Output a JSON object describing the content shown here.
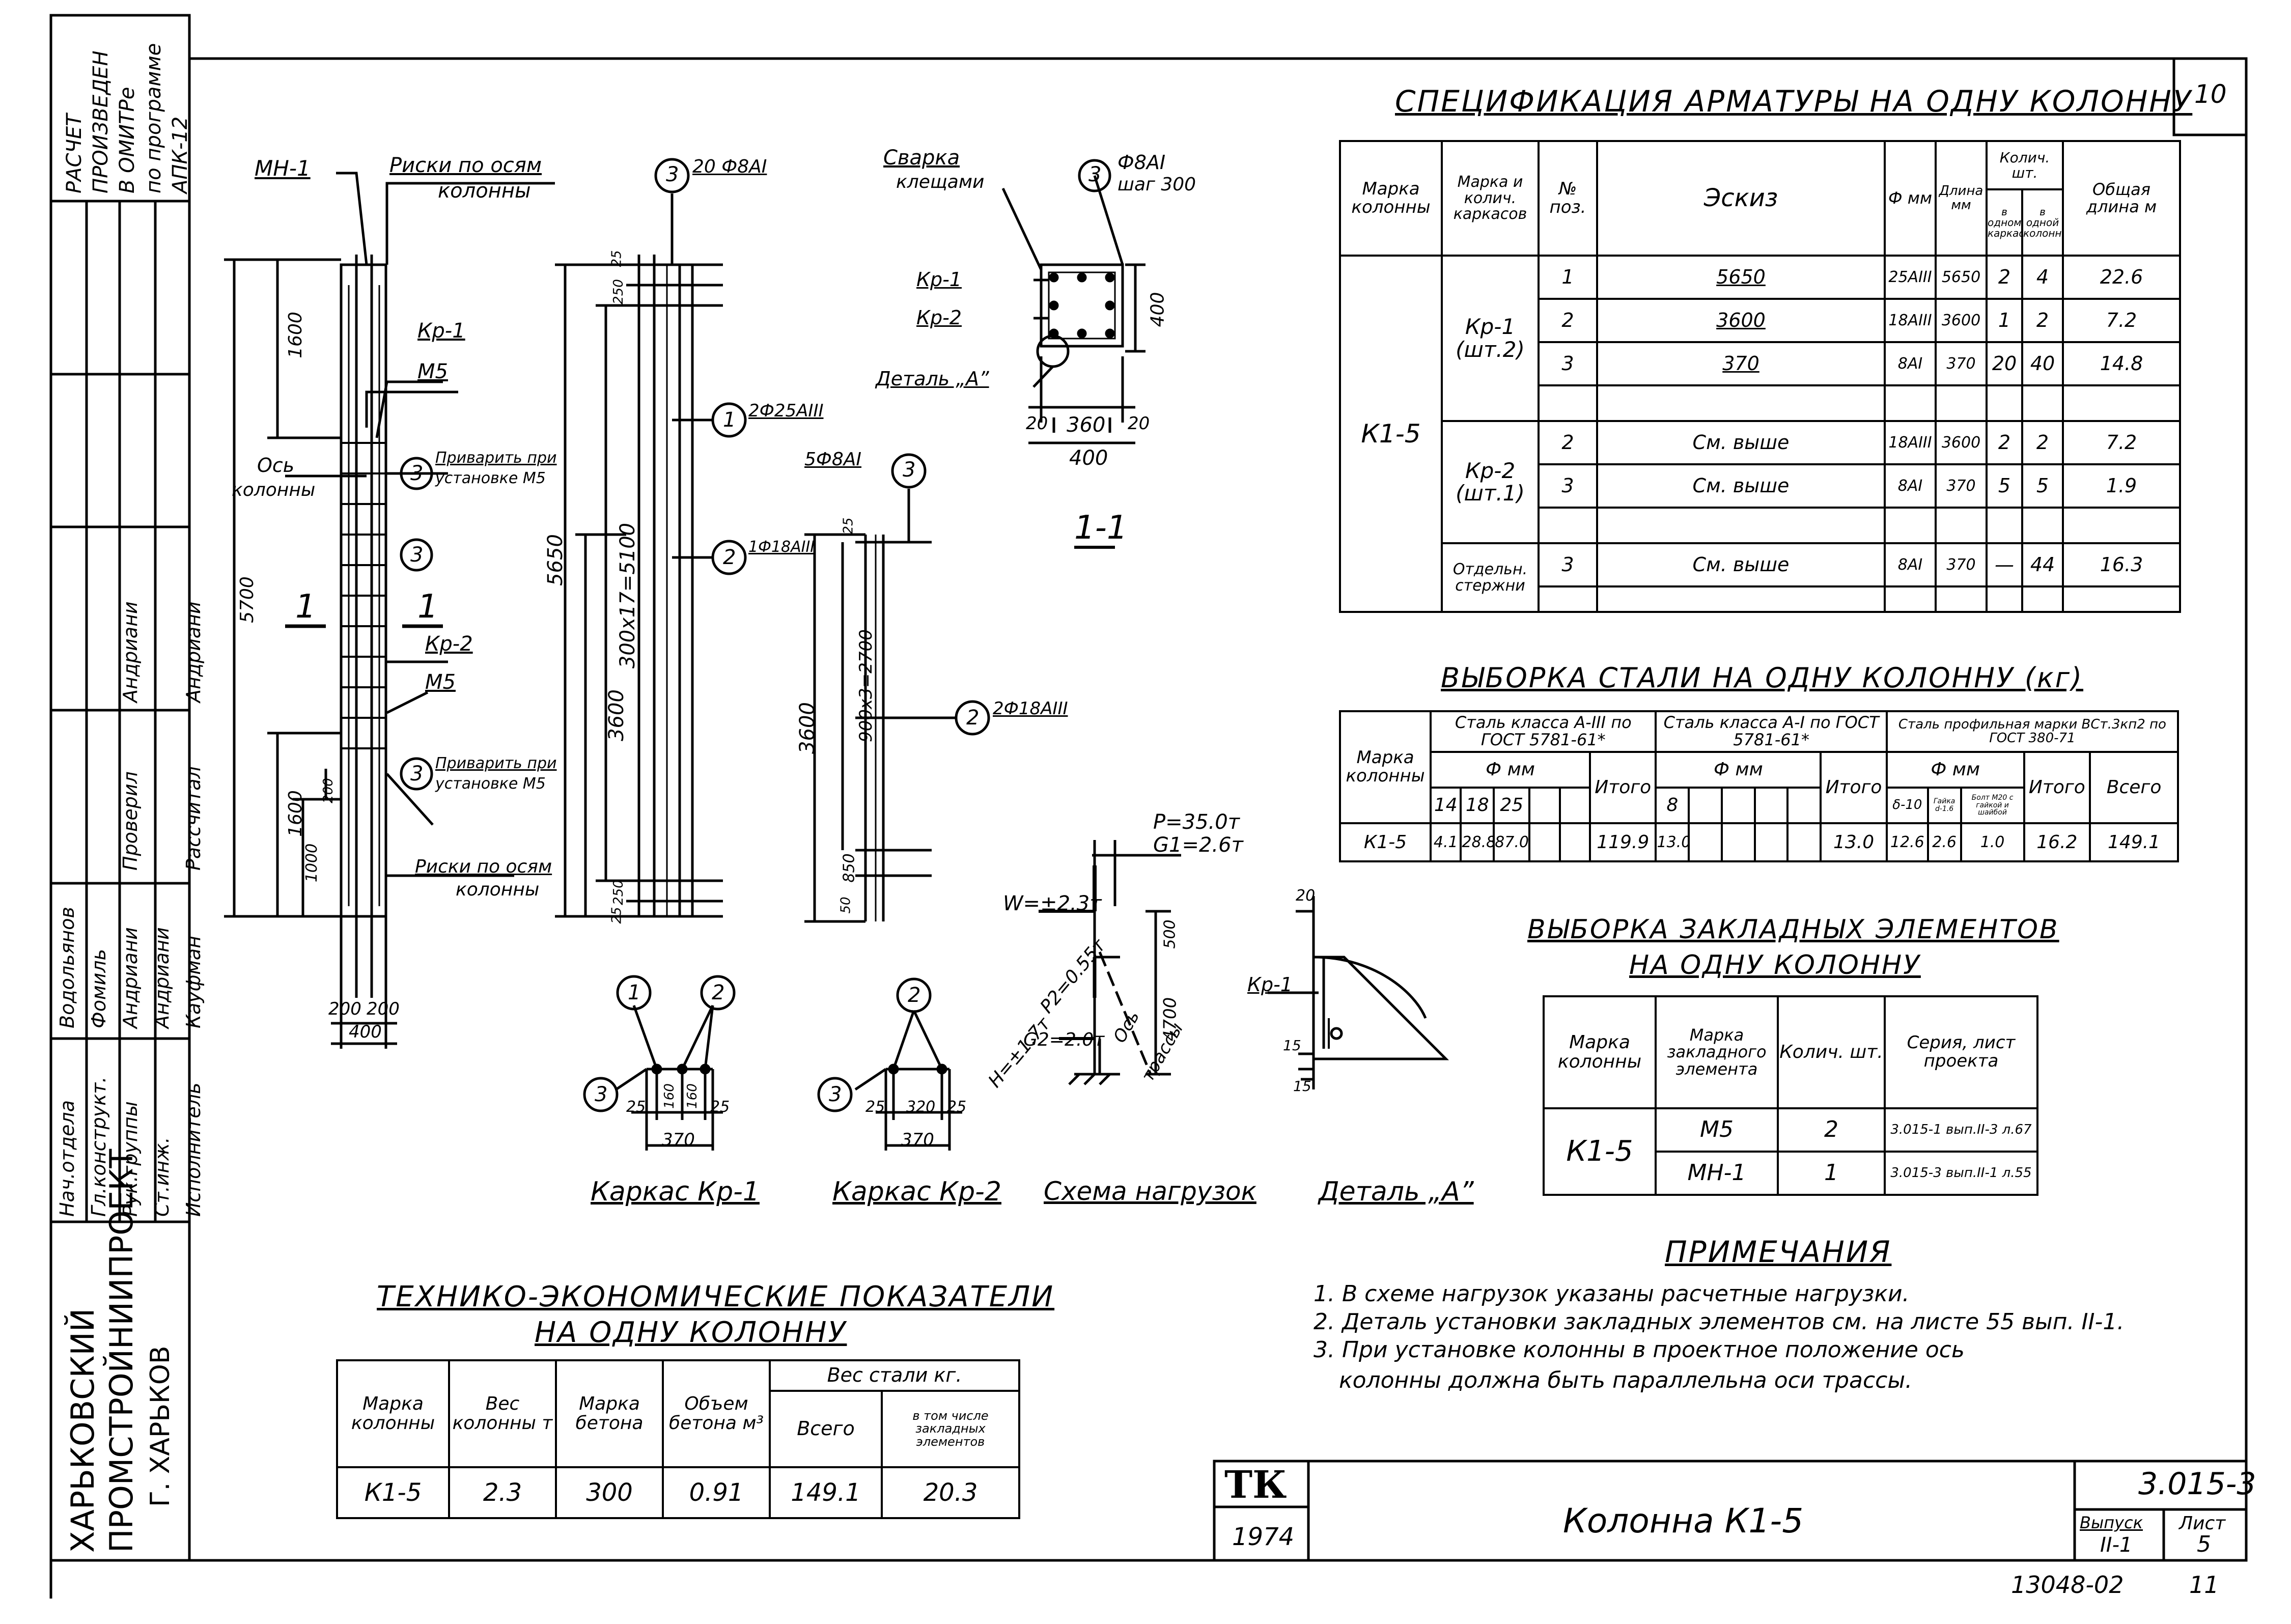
{
  "sheet_no_corner": "10",
  "sheet_footer": {
    "code": "13048-02",
    "num": "11"
  },
  "left_stamp": {
    "note": [
      "РАСЧЕТ",
      "ПРОИЗВЕДЕН",
      "В ОМИТРе",
      "по программе",
      "АПК-12"
    ],
    "roles": [
      [
        "Нач.отдела",
        "Водольянов"
      ],
      [
        "Гл.конструкт.",
        "Фомиль"
      ],
      [
        "Рук.группы",
        "Андриани"
      ],
      [
        "Ст.инж.",
        "Андриани"
      ],
      [
        "Исполнитель",
        "Кауфман"
      ],
      [
        "Проверил",
        "Андриани"
      ],
      [
        "Рассчитал",
        "Андриани"
      ]
    ],
    "org1": "ХАРЬКОВСКИЙ",
    "org2": "ПРОМСТРОЙНИИПРОЕКТ",
    "org3": "Г. ХАРЬКОВ"
  },
  "title_block": {
    "tk": "ТК",
    "year": "1974",
    "title": "Колонна К1-5",
    "series": "3.015-3",
    "vyp_label": "Выпуск",
    "list_label": "Лист",
    "vyp": "II-1",
    "list": "5"
  },
  "spec": {
    "title": "СПЕЦИФИКАЦИЯ АРМАТУРЫ НА ОДНУ КОЛОННУ",
    "head": {
      "mark": "Марка колонны",
      "karkas": "Марка и колич. каркасов",
      "pos": "№ поз.",
      "sketch": "Эскиз",
      "phi": "Ф мм",
      "len": "Длина мм",
      "qty": "Колич. шт.",
      "qty_k": "в одном каркасе",
      "qty_c": "в одной колонне",
      "total": "Общая длина м"
    },
    "column_mark": "К1-5",
    "groups": [
      {
        "karkas": "Кр-1 (шт.2)",
        "rows": [
          {
            "pos": "1",
            "sketch": "5650",
            "phi": "25AIII",
            "len": "5650",
            "nk": "2",
            "nc": "4",
            "total": "22.6"
          },
          {
            "pos": "2",
            "sketch": "3600",
            "phi": "18AIII",
            "len": "3600",
            "nk": "1",
            "nc": "2",
            "total": "7.2"
          },
          {
            "pos": "3",
            "sketch": "370",
            "phi": "8AI",
            "len": "370",
            "nk": "20",
            "nc": "40",
            "total": "14.8"
          }
        ]
      },
      {
        "karkas": "Кр-2 (шт.1)",
        "rows": [
          {
            "pos": "2",
            "sketch": "См. выше",
            "phi": "18AIII",
            "len": "3600",
            "nk": "2",
            "nc": "2",
            "total": "7.2"
          },
          {
            "pos": "3",
            "sketch": "См. выше",
            "phi": "8AI",
            "len": "370",
            "nk": "5",
            "nc": "5",
            "total": "1.9"
          }
        ]
      },
      {
        "karkas": "Отдельн. стержни",
        "rows": [
          {
            "pos": "3",
            "sketch": "См. выше",
            "phi": "8AI",
            "len": "370",
            "nk": "—",
            "nc": "44",
            "total": "16.3"
          }
        ]
      }
    ]
  },
  "steel": {
    "title": "ВЫБОРКА СТАЛИ НА ОДНУ КОЛОННУ (кг)",
    "mark_head": "Марка колонны",
    "a3_head": "Сталь класса A-III по ГОСТ 5781-61*",
    "a1_head": "Сталь класса A-I по ГОСТ 5781-61*",
    "prof_head": "Сталь профильная марки ВСт.3кп2 по ГОСТ 380-71",
    "phi_mm": "Ф мм",
    "itogo": "Итого",
    "vsego": "Всего",
    "a3_cols": [
      "14",
      "18",
      "25"
    ],
    "a1_cols": [
      "8"
    ],
    "prof_cols": [
      "δ-10",
      "Гайка d-1.6",
      "Болт М20 с гайкой и шайбой"
    ],
    "row": {
      "mark": "К1-5",
      "a3": [
        "4.1",
        "28.8",
        "87.0"
      ],
      "a3_itogo": "119.9",
      "a1": [
        "13.0"
      ],
      "a1_itogo": "13.0",
      "prof": [
        "12.6",
        "2.6",
        "1.0"
      ],
      "prof_itogo": "16.2",
      "vsego": "149.1"
    }
  },
  "embedded": {
    "title1": "ВЫБОРКА ЗАКЛАДНЫХ ЭЛЕМЕНТОВ",
    "title2": "НА ОДНУ КОЛОННУ",
    "head": [
      "Марка колонны",
      "Марка закладного элемента",
      "Колич. шт.",
      "Серия, лист проекта"
    ],
    "mark": "К1-5",
    "rows": [
      {
        "el": "М5",
        "qty": "2",
        "ref": "3.015-1 вып.II-3 л.67"
      },
      {
        "el": "МН-1",
        "qty": "1",
        "ref": "3.015-3 вып.II-1 л.55"
      }
    ]
  },
  "notes": {
    "title": "ПРИМЕЧАНИЯ",
    "items": [
      "1. В схеме нагрузок указаны расчетные нагрузки.",
      "2. Деталь установки закладных элементов см. на листе 55 вып. II-1.",
      "3. При установке колонны в проектное положение ось",
      "колонны должна быть параллельна оси трассы."
    ]
  },
  "tep": {
    "title1": "ТЕХНИКО-ЭКОНОМИЧЕСКИЕ ПОКАЗАТЕЛИ",
    "title2": "НА ОДНУ КОЛОННУ",
    "head": [
      "Марка колонны",
      "Вес колонны т",
      "Марка бетона",
      "Объем бетона м³",
      "Вес стали кг.",
      "Всего",
      "в том числе закладных элементов"
    ],
    "row": [
      "К1-5",
      "2.3",
      "300",
      "0.91",
      "149.1",
      "20.3"
    ]
  },
  "drawing": {
    "mn1": "МН-1",
    "riski1": "Риски по осям",
    "riski2": "колонны",
    "kr1": "Кр-1",
    "kr2": "Кр-2",
    "m5": "М5",
    "privarit1": "Приварить при",
    "privarit2": "установке М5",
    "os1": "Ось",
    "os2": "колонны",
    "sec_1": "1",
    "dims_col": [
      "1600",
      "5700",
      "1600",
      "1000",
      "200",
      "200",
      "200",
      "400"
    ],
    "dims_mid": [
      "5650",
      "3600",
      "300x17=5100",
      "25",
      "250",
      "25",
      "250"
    ],
    "mid_callouts": [
      "20 Ф8AI",
      "2Ф25AIII",
      "1Ф18AIII"
    ],
    "kr2_callouts": [
      "5Ф8AI",
      "2Ф18AIII"
    ],
    "kr2_dims": [
      "3600",
      "900x3=2700",
      "850",
      "50",
      "25"
    ],
    "sec11": {
      "label": "1-1",
      "svarka1": "Сварка",
      "svarka2": "клещами",
      "kr1": "Кр-1",
      "kr2": "Кр-2",
      "detail": "Деталь „А”",
      "stirrup1": "Ф8AI",
      "stirrup2": "шаг 300",
      "d400": "400",
      "d20a": "20",
      "d360": "360",
      "d20b": "20",
      "d400b": "400"
    },
    "karkas1": {
      "label": "Каркас Кр-1",
      "dims": [
        "25",
        "160",
        "160",
        "25",
        "370"
      ]
    },
    "karkas2": {
      "label": "Каркас Кр-2",
      "dims": [
        "25",
        "320",
        "25",
        "370"
      ]
    },
    "loads": {
      "label": "Схема нагрузок",
      "P": "P=35.0т",
      "G1": "G1=2.6т",
      "W": "W=±2.3т",
      "P2": "P2=0.55т",
      "G2": "G2=2.0т",
      "H": "H=±1.7т",
      "os1": "Ось",
      "os2": "трассы",
      "d500": "500",
      "d4700": "4700"
    },
    "detailA": {
      "label": "Деталь „А”",
      "kr1": "Кр-1",
      "d20": "20",
      "d15a": "15",
      "d15b": "15"
    },
    "circles": [
      "1",
      "2",
      "3"
    ]
  }
}
